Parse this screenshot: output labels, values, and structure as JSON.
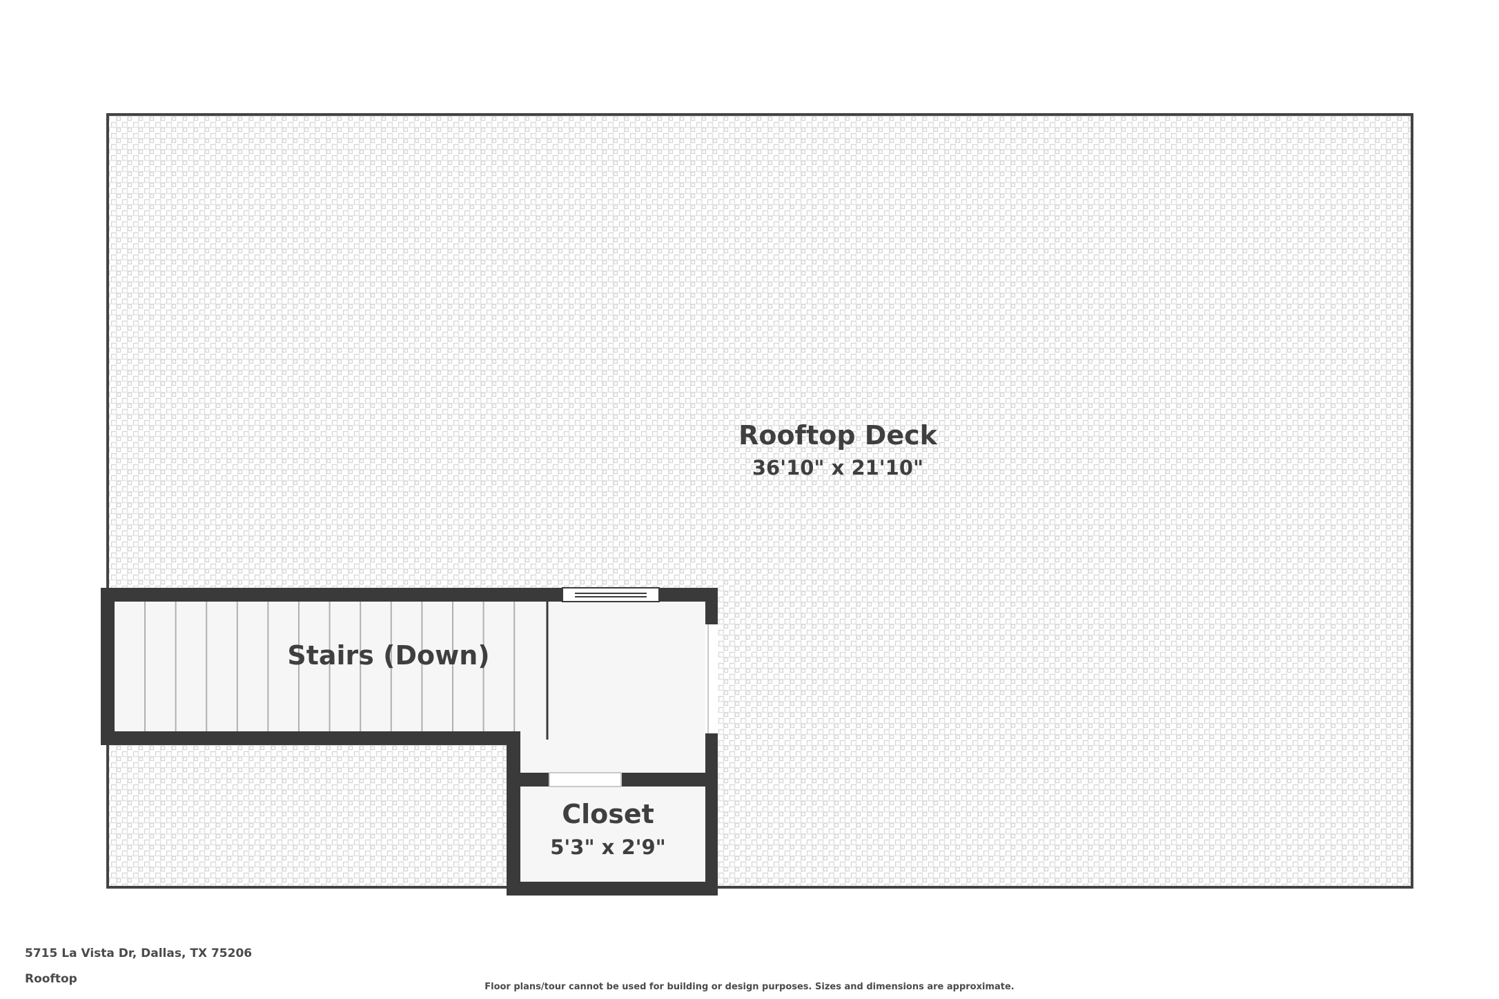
{
  "rooms": {
    "deck": {
      "name": "Rooftop Deck",
      "dimensions": "36'10\" x 21'10\""
    },
    "stairs": {
      "name": "Stairs (Down)"
    },
    "closet": {
      "name": "Closet",
      "dimensions": "5'3\" x 2'9\""
    }
  },
  "footer": {
    "address": "5715 La Vista Dr, Dallas, TX 75206",
    "floor": "Rooftop",
    "disclaimer": "Floor plans/tour cannot be used for building or design purposes. Sizes and dimensions are approximate."
  },
  "colors": {
    "wall": "#3a3a3a",
    "deck_outline": "#444444",
    "tile_line": "#d6d6d6",
    "room_fill": "#f6f6f6",
    "stair_line": "#b0b0b0",
    "text": "#3f3f3f"
  }
}
